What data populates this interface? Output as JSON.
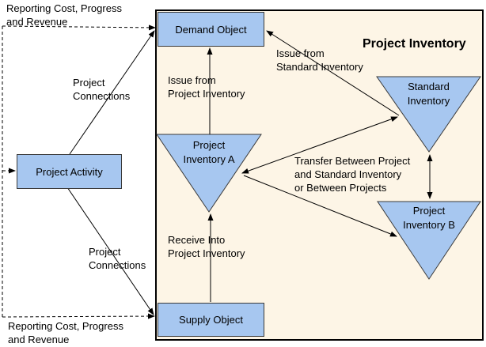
{
  "colors": {
    "node_fill": "#A7C7F0",
    "node_border": "#3a3a3a",
    "container_fill": "#FDF5E6",
    "container_border": "#000000",
    "line": "#000000"
  },
  "container": {
    "title": "Project Inventory"
  },
  "nodes": {
    "demand": "Demand Object",
    "supply": "Supply Object",
    "activity": "Project Activity",
    "inventory_a": "Project\nInventory A",
    "standard": "Standard\nInventory",
    "inventory_b": "Project\nInventory B"
  },
  "outer_labels": {
    "reporting_top": "Reporting Cost, Progress\nand Revenue",
    "reporting_bottom": "Reporting Cost, Progress\nand Revenue",
    "project_connections_top": "Project\nConnections",
    "project_connections_bottom": "Project\nConnections"
  },
  "flow_labels": {
    "issue_project": "Issue from\nProject Inventory",
    "issue_standard": "Issue from\nStandard Inventory",
    "transfer": "Transfer Between Project\nand Standard Inventory\nor Between Projects",
    "receive": "Receive Into\nProject Inventory"
  }
}
